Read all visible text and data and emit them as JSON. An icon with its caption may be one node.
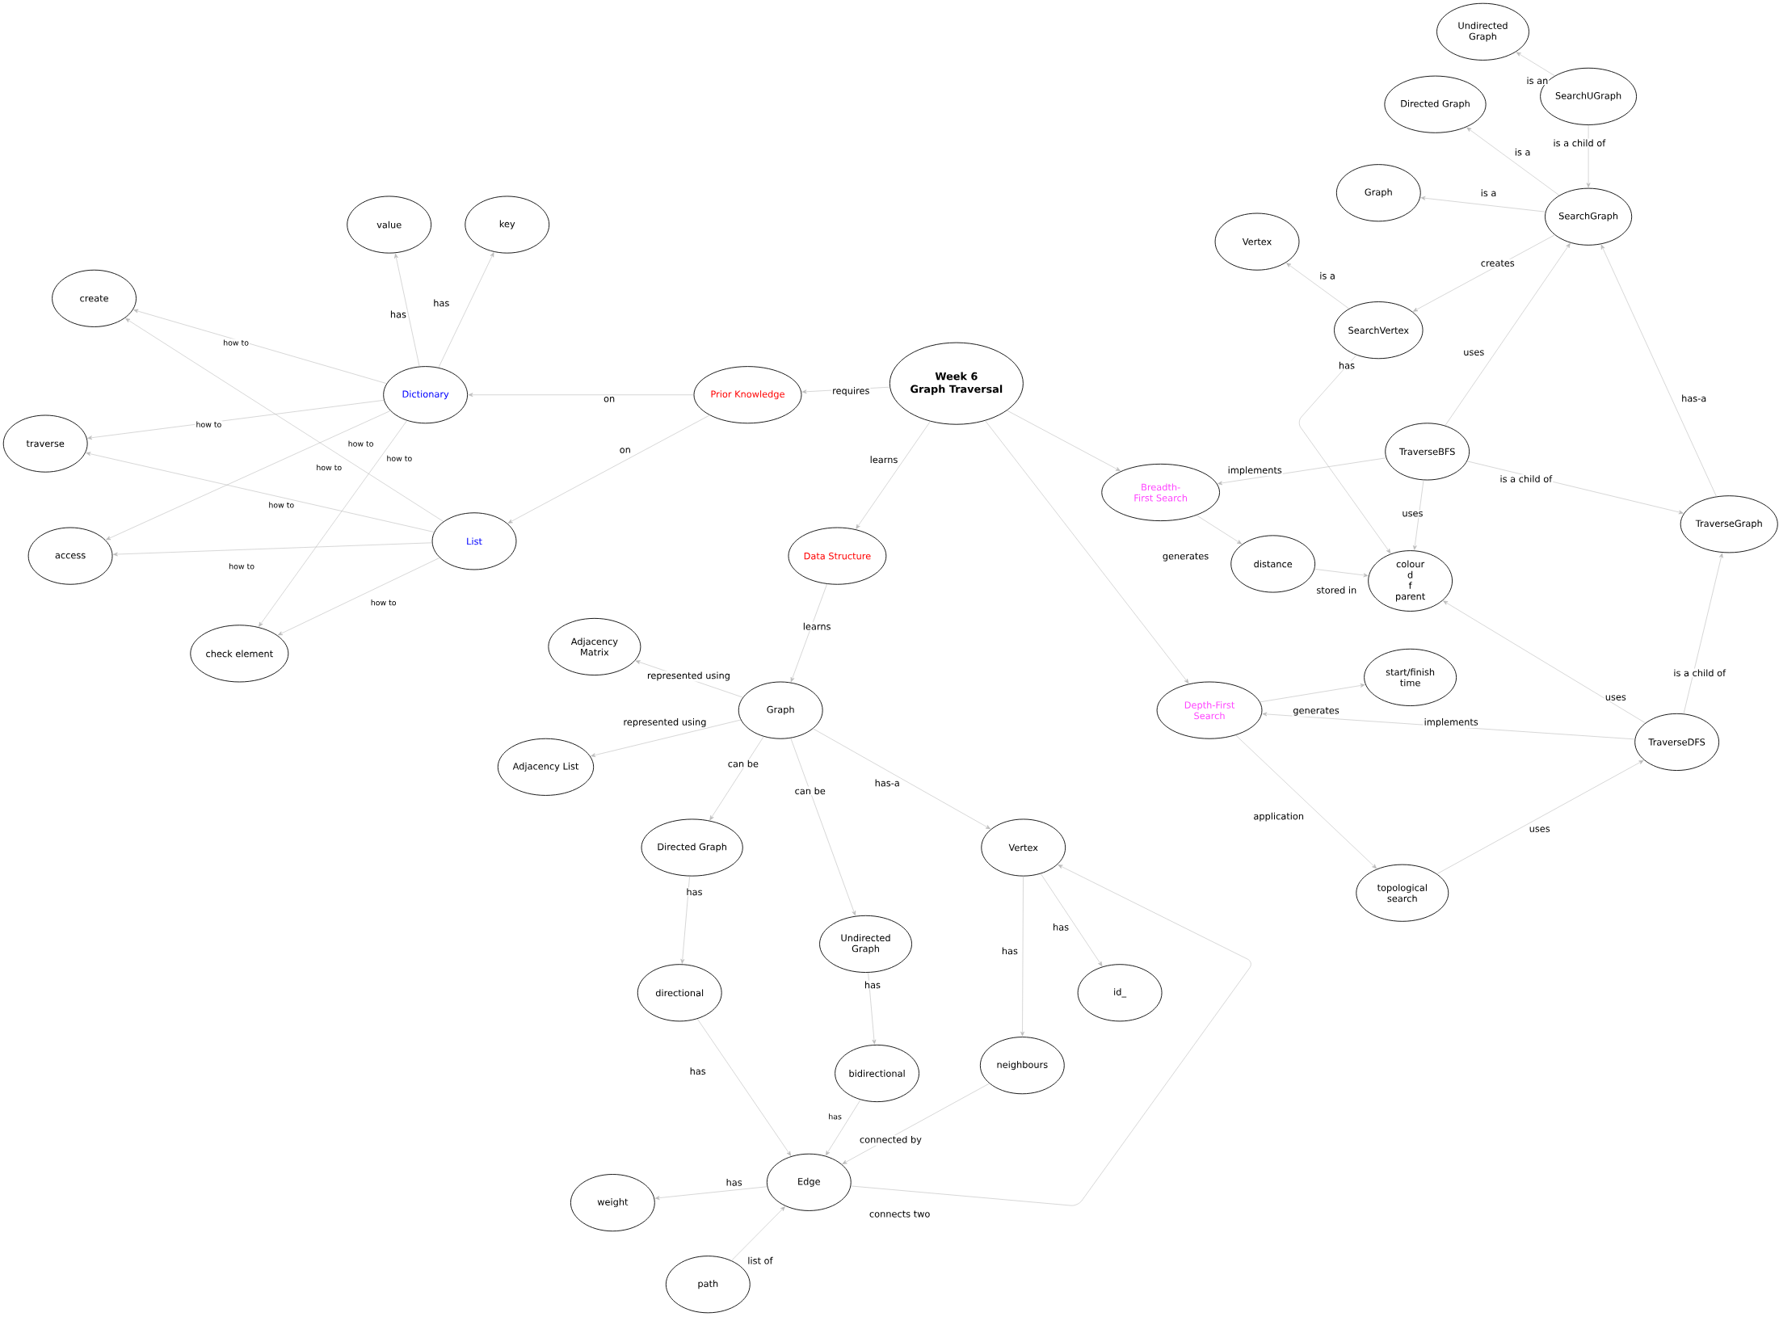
{
  "diagram": {
    "nodes": [
      {
        "text": [
          "Week 6",
          "Graph Traversal"
        ]
      },
      {
        "text": [
          "Prior Knowledge"
        ]
      },
      {
        "text": [
          "Dictionary"
        ]
      },
      {
        "text": [
          "List"
        ]
      },
      {
        "text": [
          "value"
        ]
      },
      {
        "text": [
          "key"
        ]
      },
      {
        "text": [
          "create"
        ]
      },
      {
        "text": [
          "traverse"
        ]
      },
      {
        "text": [
          "access"
        ]
      },
      {
        "text": [
          "check element"
        ]
      },
      {
        "text": [
          "Data Structure"
        ]
      },
      {
        "text": [
          "Graph"
        ]
      },
      {
        "text": [
          "Adjacency Matrix"
        ]
      },
      {
        "text": [
          "Adjacency List"
        ]
      },
      {
        "text": [
          "Directed Graph"
        ]
      },
      {
        "text": [
          "Undirected Graph"
        ]
      },
      {
        "text": [
          "Vertex"
        ]
      },
      {
        "text": [
          "directional"
        ]
      },
      {
        "text": [
          "bidirectional"
        ]
      },
      {
        "text": [
          "id_"
        ]
      },
      {
        "text": [
          "neighbours"
        ]
      },
      {
        "text": [
          "Edge"
        ]
      },
      {
        "text": [
          "weight"
        ]
      },
      {
        "text": [
          "path"
        ]
      },
      {
        "text": [
          "Breadth-First Search"
        ]
      },
      {
        "text": [
          "Depth-First Search"
        ]
      },
      {
        "text": [
          "distance"
        ]
      },
      {
        "text": [
          "colour",
          "d",
          "f",
          "parent"
        ]
      },
      {
        "text": [
          "start/finish time"
        ]
      },
      {
        "text": [
          "topological search"
        ]
      },
      {
        "text": [
          "TraverseBFS"
        ]
      },
      {
        "text": [
          "TraverseGraph"
        ]
      },
      {
        "text": [
          "TraverseDFS"
        ]
      },
      {
        "text": [
          "SearchGraph"
        ]
      },
      {
        "text": [
          "SearchUGraph"
        ]
      },
      {
        "text": [
          "Undirected Graph"
        ]
      },
      {
        "text": [
          "Directed Graph"
        ]
      },
      {
        "text": [
          "Graph"
        ]
      },
      {
        "text": [
          "Vertex"
        ]
      },
      {
        "text": [
          "SearchVertex"
        ]
      }
    ],
    "edges": [
      {
        "from": 0,
        "to": 1,
        "arrow": "to",
        "label": "requires"
      },
      {
        "from": 1,
        "to": 2,
        "arrow": "to",
        "label": "on"
      },
      {
        "from": 1,
        "to": 3,
        "arrow": "to",
        "label": "on"
      },
      {
        "from": 2,
        "to": 4,
        "arrow": "to",
        "label": "has"
      },
      {
        "from": 2,
        "to": 5,
        "arrow": "to",
        "label": "has"
      },
      {
        "from": 2,
        "to": 6,
        "arrow": "to",
        "label": "how to"
      },
      {
        "from": 2,
        "to": 7,
        "arrow": "to",
        "label": "how to"
      },
      {
        "from": 2,
        "to": 8,
        "arrow": "to",
        "label": "how to"
      },
      {
        "from": 2,
        "to": 9,
        "arrow": "to",
        "label": "how to"
      },
      {
        "from": 3,
        "to": 6,
        "arrow": "to",
        "label": "how to"
      },
      {
        "from": 3,
        "to": 7,
        "arrow": "to",
        "label": "how to"
      },
      {
        "from": 3,
        "to": 8,
        "arrow": "to",
        "label": "how to"
      },
      {
        "from": 3,
        "to": 9,
        "arrow": "to",
        "label": "how to"
      },
      {
        "from": 0,
        "to": 10,
        "arrow": "to",
        "label": "learns"
      },
      {
        "from": 10,
        "to": 11,
        "arrow": "to",
        "label": "learns"
      },
      {
        "from": 11,
        "to": 12,
        "arrow": "to",
        "label": "represented using"
      },
      {
        "from": 11,
        "to": 13,
        "arrow": "to",
        "label": "represented using"
      },
      {
        "from": 11,
        "to": 14,
        "arrow": "to",
        "label": "can be"
      },
      {
        "from": 11,
        "to": 15,
        "arrow": "to",
        "label": "can be"
      },
      {
        "from": 11,
        "to": 16,
        "arrow": "to",
        "label": "has-a"
      },
      {
        "from": 14,
        "to": 17,
        "arrow": "to",
        "label": "has"
      },
      {
        "from": 15,
        "to": 18,
        "arrow": "to",
        "label": "has"
      },
      {
        "from": 16,
        "to": 19,
        "arrow": "to",
        "label": "has"
      },
      {
        "from": 16,
        "to": 20,
        "arrow": "to",
        "label": "has"
      },
      {
        "from": 17,
        "to": 21,
        "arrow": "to",
        "label": "has"
      },
      {
        "from": 18,
        "to": 21,
        "arrow": "to",
        "label": "has"
      },
      {
        "from": 20,
        "to": 21,
        "arrow": "to",
        "label": "connected by"
      },
      {
        "from": 21,
        "to": 22,
        "arrow": "to",
        "label": "has"
      },
      {
        "from": 23,
        "to": 21,
        "arrow": "to",
        "label": "list of"
      },
      {
        "from": 21,
        "to": 16,
        "arrow": "to",
        "label": "connects two"
      },
      {
        "from": 0,
        "to": 24,
        "arrow": "to"
      },
      {
        "from": 0,
        "to": 25,
        "arrow": "to"
      },
      {
        "from": 24,
        "to": 26,
        "arrow": "to",
        "label": "generates"
      },
      {
        "from": 26,
        "to": 27,
        "arrow": "to",
        "label": "stored in"
      },
      {
        "from": 25,
        "to": 28,
        "arrow": "to",
        "label": "generates"
      },
      {
        "from": 25,
        "to": 29,
        "arrow": "to",
        "label": "application"
      },
      {
        "from": 30,
        "to": 24,
        "arrow": "to",
        "label": "implements"
      },
      {
        "from": 30,
        "to": 27,
        "arrow": "to",
        "label": "uses"
      },
      {
        "from": 30,
        "to": 33,
        "arrow": "to",
        "label": "uses"
      },
      {
        "from": 30,
        "to": 31,
        "arrow": "to",
        "label": "is a child of"
      },
      {
        "from": 32,
        "to": 25,
        "arrow": "to",
        "label": "implements"
      },
      {
        "from": 32,
        "to": 27,
        "arrow": "to",
        "label": "uses"
      },
      {
        "from": 32,
        "to": 31,
        "arrow": "to",
        "label": "is a child of"
      },
      {
        "from": 29,
        "to": 32,
        "arrow": "to",
        "label": "uses"
      },
      {
        "from": 31,
        "to": 33,
        "arrow": "to",
        "label": "has-a"
      },
      {
        "from": 33,
        "to": 37,
        "arrow": "to",
        "label": "is a"
      },
      {
        "from": 33,
        "to": 36,
        "arrow": "to",
        "label": "is a"
      },
      {
        "from": 34,
        "to": 35,
        "arrow": "to",
        "label": "is an"
      },
      {
        "from": 34,
        "to": 33,
        "arrow": "to",
        "label": "is a child of"
      },
      {
        "from": 33,
        "to": 39,
        "arrow": "to",
        "label": "creates"
      },
      {
        "from": 39,
        "to": 38,
        "arrow": "to",
        "label": "is a"
      },
      {
        "from": 39,
        "to": 27,
        "arrow": "to",
        "label": "has"
      }
    ]
  }
}
